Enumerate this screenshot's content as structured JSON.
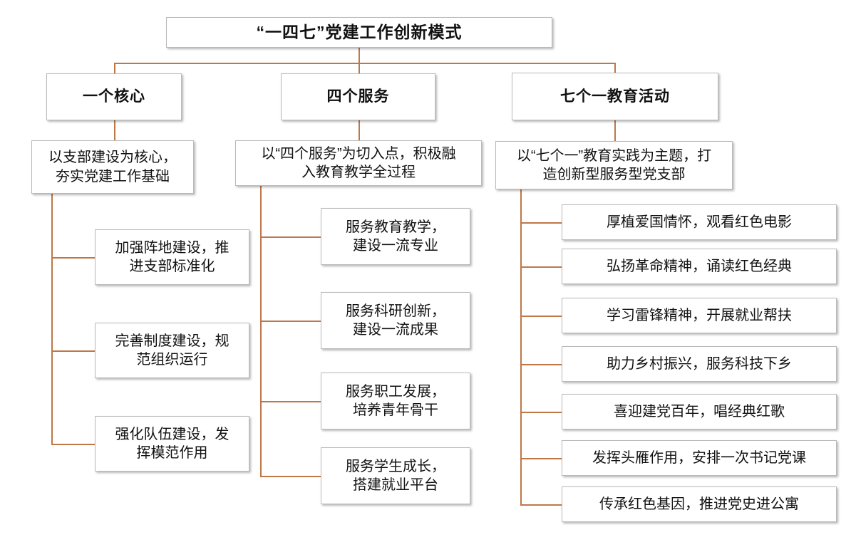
{
  "title": "“一四七”党建工作创新模式",
  "colors": {
    "connector_line": "#bf7748",
    "box_border": "#b9b9b9",
    "box_background": "#ffffff",
    "text": "#111111"
  },
  "branches": [
    {
      "header": "一个核心",
      "description": "以支部建设为核心，\n夯实党建工作基础",
      "items": [
        "加强阵地建设，推\n进支部标准化",
        "完善制度建设，规\n范组织运行",
        "强化队伍建设，发\n挥模范作用"
      ]
    },
    {
      "header": "四个服务",
      "description": "以“四个服务”为切入点，积极融\n入教育教学全过程",
      "items": [
        "服务教育教学，\n建设一流专业",
        "服务科研创新，\n建设一流成果",
        "服务职工发展，\n培养青年骨干",
        "服务学生成长，\n搭建就业平台"
      ]
    },
    {
      "header": "七个一教育活动",
      "description": "以“七个一”教育实践为主题，打\n造创新型服务型党支部",
      "items": [
        "厚植爱国情怀，观看红色电影",
        "弘扬革命精神，诵读红色经典",
        "学习雷锋精神，开展就业帮扶",
        "助力乡村振兴，服务科技下乡",
        "喜迎建党百年，唱经典红歌",
        "发挥头雁作用，安排一次书记党课",
        "传承红色基因，推进党史进公寓"
      ]
    }
  ]
}
